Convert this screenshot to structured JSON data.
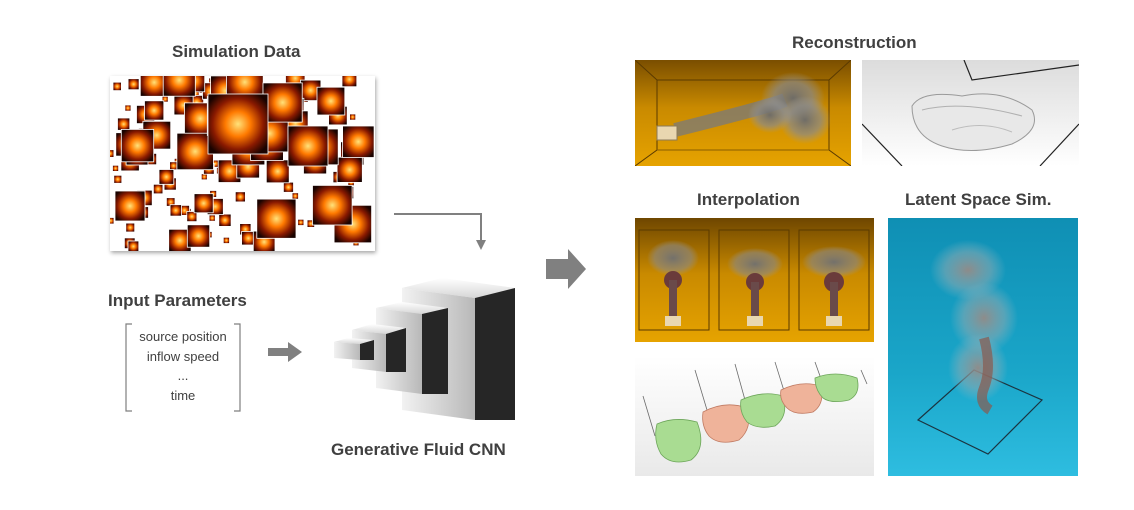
{
  "labels": {
    "simulation_data": "Simulation Data",
    "input_parameters": "Input Parameters",
    "generative_cnn": "Generative Fluid CNN",
    "reconstruction": "Reconstruction",
    "interpolation": "Interpolation",
    "latent_space_sim": "Latent Space Sim."
  },
  "parameters": [
    "source position",
    "inflow speed",
    "...",
    "time"
  ],
  "colors": {
    "text": "#404040",
    "arrow": "#808080",
    "smoke_bg": "#c98a00",
    "latent_bg": "#1aa6c9"
  }
}
